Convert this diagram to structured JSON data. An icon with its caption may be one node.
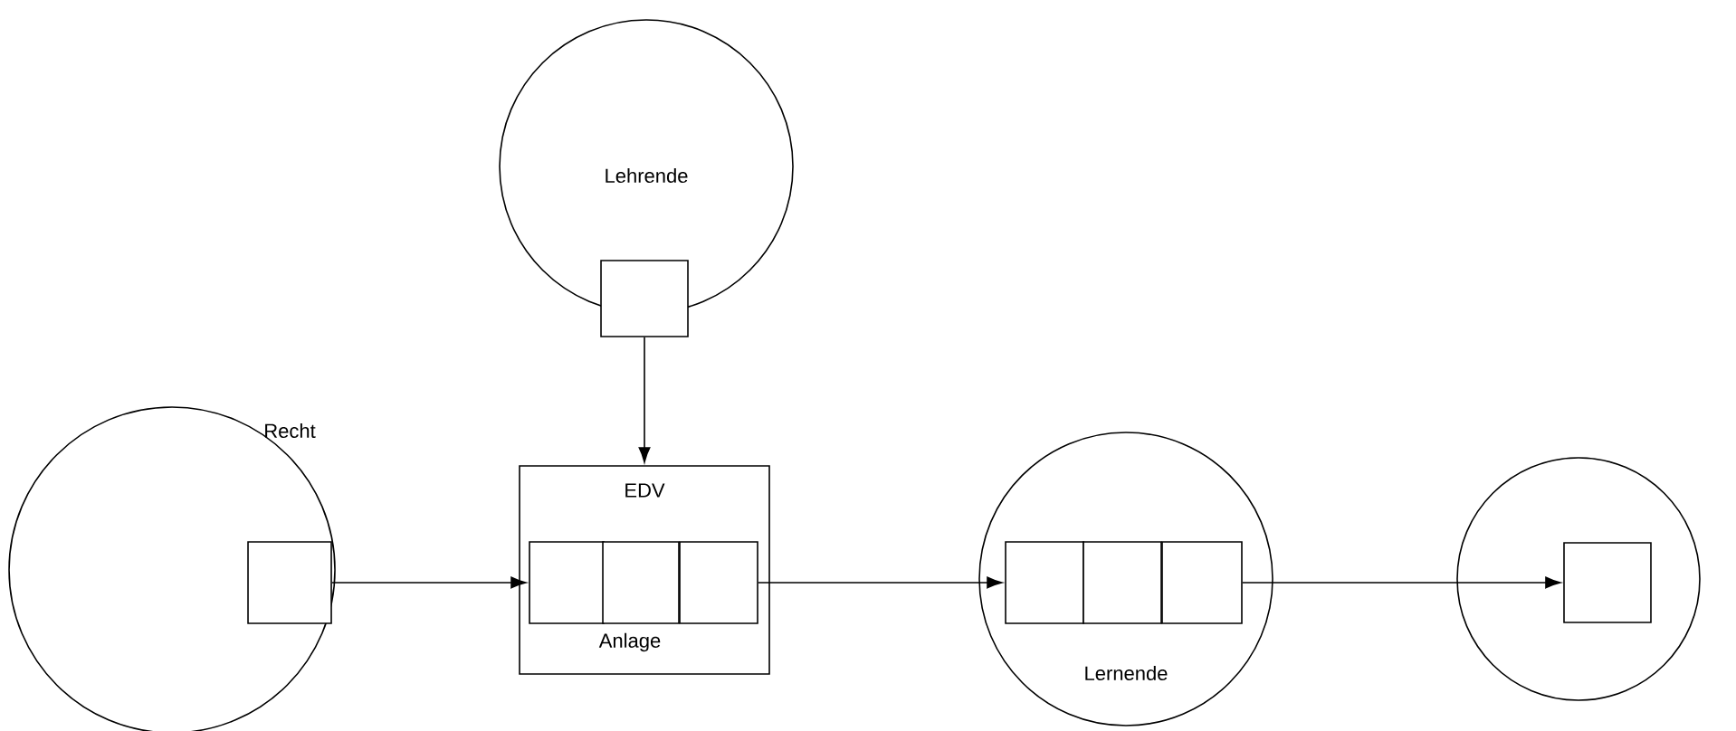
{
  "diagram": {
    "nodes": [
      {
        "text": [
          "Lehrende"
        ]
      },
      {
        "text": [],
        "shape": "box"
      },
      {
        "text": [
          "Recht"
        ]
      },
      {
        "text": [],
        "shape": "box",
        "in": 2
      },
      {
        "text": [
          "EDV",
          "Anlage"
        ]
      },
      {
        "text": [],
        "shape": "box",
        "in": 4
      },
      {
        "text": [],
        "shape": "box",
        "in": 4
      },
      {
        "text": [],
        "shape": "box",
        "in": 4
      },
      {
        "text": [
          "Lernende"
        ]
      },
      {
        "text": [],
        "shape": "box",
        "in": 8
      },
      {
        "text": [],
        "shape": "box",
        "in": 8
      },
      {
        "text": [],
        "shape": "box",
        "in": 8
      },
      {
        "text": [],
        "shape": "circle"
      },
      {
        "text": [],
        "shape": "box",
        "in": 12
      }
    ],
    "edges": [
      {
        "from": 1,
        "to": 4,
        "arrow": "to"
      },
      {
        "from": 3,
        "to": 5,
        "arrow": "to"
      },
      {
        "from": 7,
        "to": 9,
        "arrow": "to"
      },
      {
        "from": 11,
        "to": 13,
        "arrow": "to"
      }
    ]
  }
}
